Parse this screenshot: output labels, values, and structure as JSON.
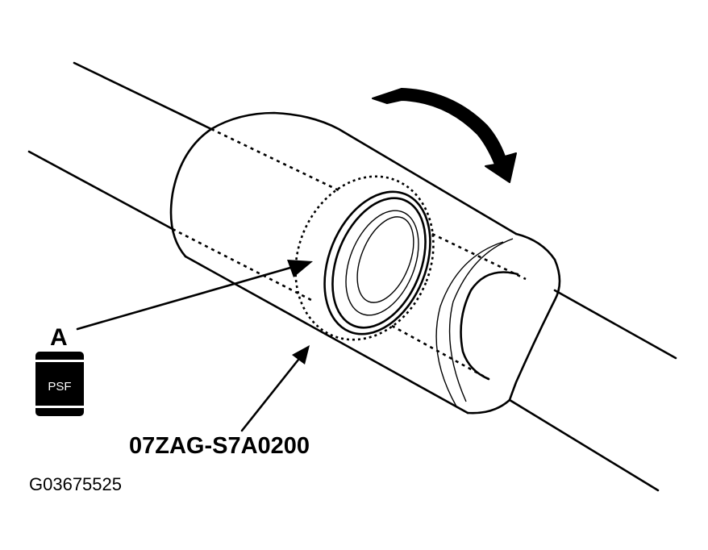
{
  "callout": {
    "letter": "A"
  },
  "container": {
    "label": "PSF"
  },
  "tool": {
    "part_number": "07ZAG-S7A0200"
  },
  "figure": {
    "code": "G03675525"
  },
  "colors": {
    "ink": "#000000",
    "paper": "#ffffff"
  },
  "icons": [
    "rotation-arrow-icon",
    "fluid-container-icon"
  ]
}
